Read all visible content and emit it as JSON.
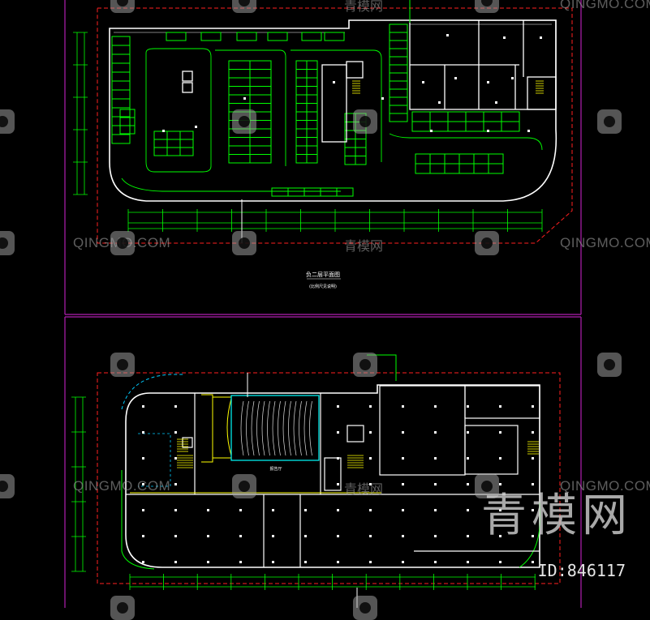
{
  "drawing": {
    "colors": {
      "background": "#000000",
      "frame": "#b01eb0",
      "wall": "#ffffff",
      "parking": "#00ff00",
      "dimension": "#00ff00",
      "redline": "#ff2020",
      "seating": "#00ffff",
      "stage": "#ffff00",
      "cyan": "#00ccff"
    },
    "upper_plan": {
      "caption": "负二层平面图",
      "subcaption": "(比例尺见说明)"
    },
    "lower_plan": {
      "label": "报告厅"
    }
  },
  "watermarks": {
    "latin": "QINGMO.COM",
    "chinese": "青模网",
    "brand": "青模网",
    "id_text": "ID:846117",
    "logo_icon": "qingmo-logo-icon"
  }
}
